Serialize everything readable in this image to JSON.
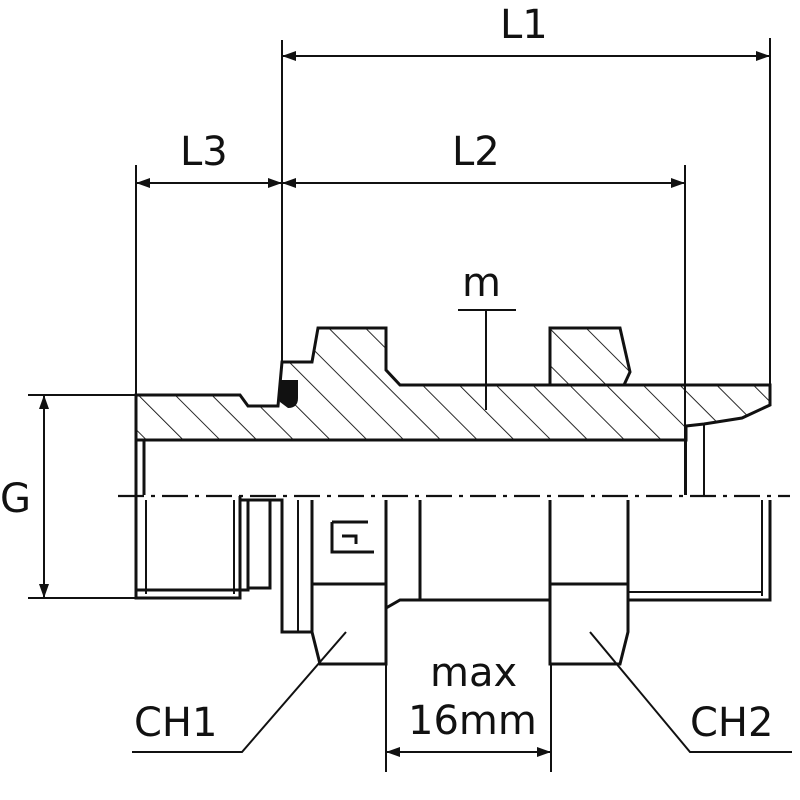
{
  "drawing": {
    "labels": {
      "l1": "L1",
      "l2": "L2",
      "l3": "L3",
      "m": "m",
      "g": "G",
      "ch1": "CH1",
      "ch2": "CH2",
      "max_line1": "max",
      "max_line2": "16mm"
    },
    "line_color": "#111111",
    "background": "#ffffff"
  }
}
